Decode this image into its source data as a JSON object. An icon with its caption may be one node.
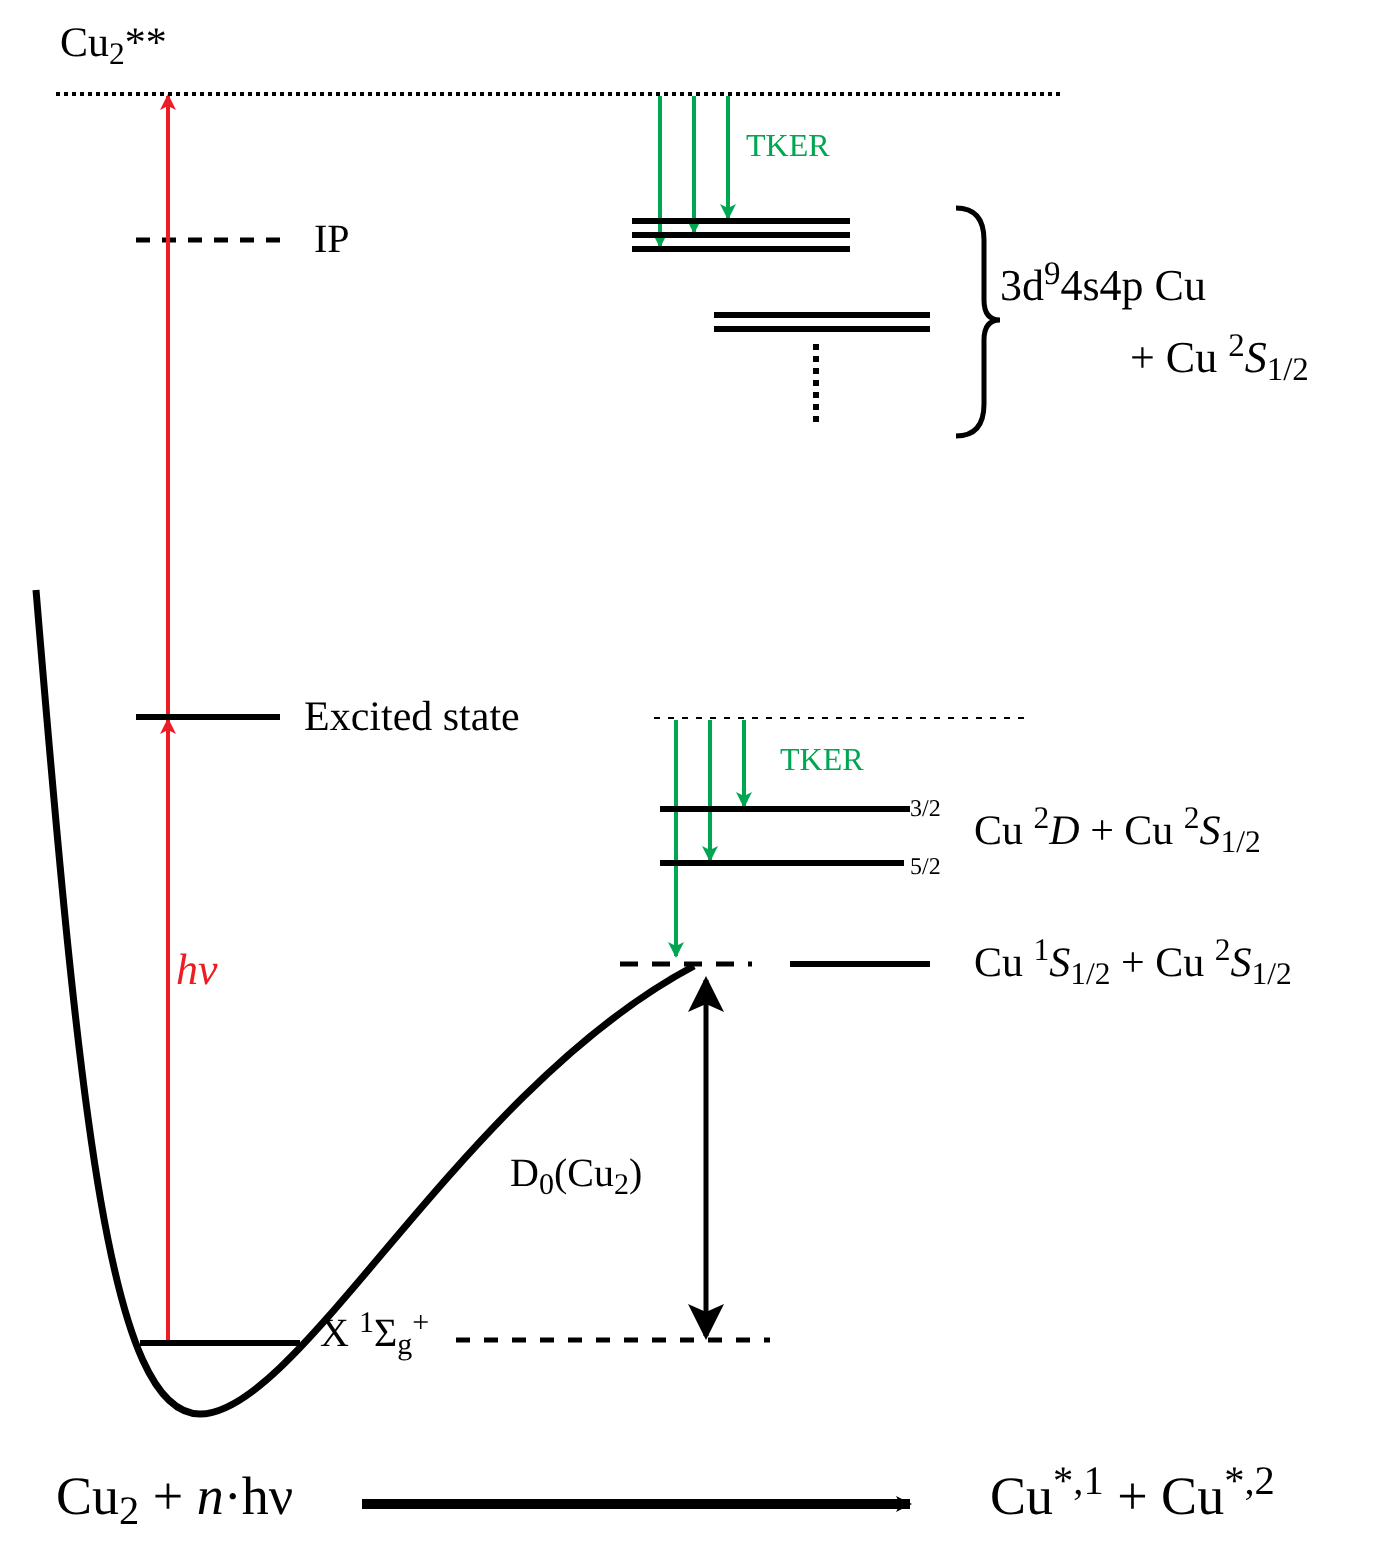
{
  "diagram": {
    "nodes": [
      {
        "text": [
          "Cu$_{2}$**"
        ]
      },
      {
        "text": [],
        "shape": "bar",
        "beside": [
          "Excited state"
        ]
      },
      {
        "text": [],
        "shape": "bar",
        "beside": [
          "X $^{1}$Σ$_{g}$$^{+}$"
        ]
      },
      {
        "text": [
          "Cu$_{2}$ + *n*·hν"
        ]
      },
      {
        "text": [
          "Cu$^{*,1}$ + Cu$^{*,2}$"
        ]
      },
      {
        "text": [],
        "shape": "bar"
      },
      {
        "text": [],
        "shape": "bar"
      },
      {
        "text": [],
        "shape": "bar"
      },
      {
        "text": [],
        "shape": "bar"
      },
      {
        "text": [],
        "shape": "bar"
      },
      {
        "text": [],
        "shape": "bar"
      },
      {
        "text": [],
        "shape": "bar"
      },
      {
        "text": [],
        "shape": "bar"
      }
    ],
    "edges": [
      {
        "from": 2,
        "to": 1,
        "arrow": "to",
        "label": "hν",
        "color": "#ed1c24"
      },
      {
        "from": 1,
        "to": 0,
        "arrow": "to",
        "color": "#ed1c24"
      },
      {
        "from": 3,
        "to": 4,
        "arrow": "to",
        "style": "thick",
        "color": "#000000"
      },
      {
        "from": 0,
        "to": 7,
        "arrow": "to",
        "color": "#00a651"
      },
      {
        "from": 0,
        "to": 6,
        "arrow": "to",
        "color": "#00a651"
      },
      {
        "from": 0,
        "to": 5,
        "arrow": "to",
        "color": "#00a651"
      },
      {
        "from": null,
        "to": 12,
        "arrow": "to",
        "color": "#00a651"
      },
      {
        "from": null,
        "to": 11,
        "arrow": "to",
        "color": "#00a651"
      },
      {
        "from": null,
        "to": 10,
        "arrow": "to",
        "color": "#00a651"
      }
    ],
    "labels": [
      "IP",
      "TKER",
      "3d$^{9}$4s4p Cu",
      "+ Cu $^{2}$*S*$_{1/2}$",
      "TKER",
      "3/2",
      "5/2",
      "Cu  $^{2}$*D* + Cu $^{2}$*S*$_{1/2}$",
      "Cu $^{1}$*S*$_{1/2}$ + Cu $^{2}$*S*$_{1/2}$",
      "D$_{0}$(Cu$_{2}$)"
    ]
  }
}
